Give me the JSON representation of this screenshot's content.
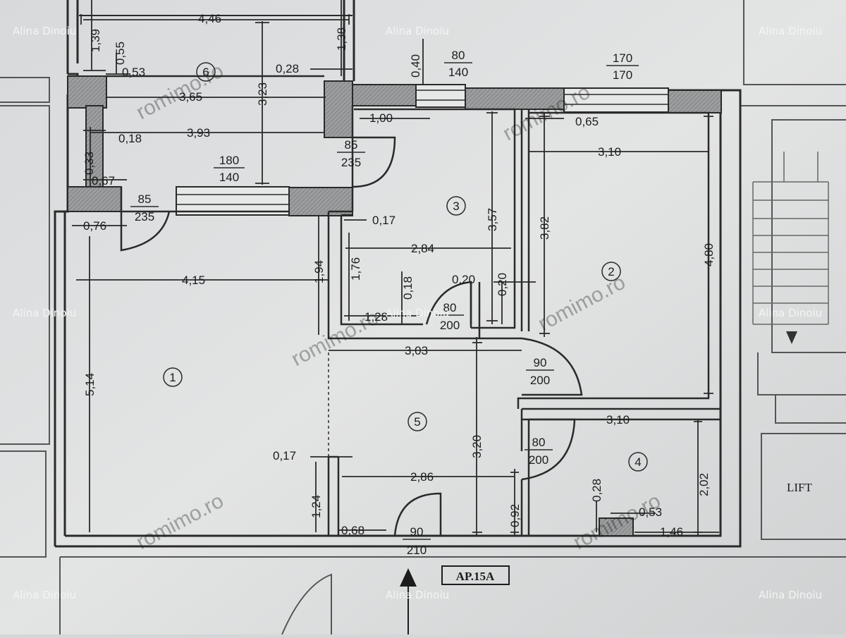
{
  "plan": {
    "apartment_label": "AP.15A",
    "lift_label": "LIFT",
    "watermark_name": "Alina Dinoiu",
    "watermark_site": "romimo.ro",
    "rooms": [
      "1",
      "2",
      "3",
      "4",
      "5",
      "6"
    ],
    "dimensions": {
      "d_446": "4,46",
      "d_139": "1,39",
      "d_055": "0,55",
      "d_053a": "0,53",
      "d_138": "1,38",
      "d_028a": "0,28",
      "d_040": "0,40",
      "d_365": "3,65",
      "d_323": "3,23",
      "d_393": "3,93",
      "d_018a": "0,18",
      "d_033": "0,33",
      "d_067": "0,67",
      "d_100": "1,00",
      "d_065": "0,65",
      "d_310a": "3,10",
      "d_076": "0,76",
      "d_017a": "0,17",
      "d_357": "3,57",
      "d_382": "3,82",
      "d_284": "2,84",
      "d_415": "4,15",
      "d_194": "1,94",
      "d_176": "1,76",
      "d_018b": "0,18",
      "d_020a": "0,20",
      "d_020b": "0,20",
      "d_480": "4,80",
      "d_128": "1,28",
      "d_303": "3,03",
      "d_514": "5,14",
      "d_320": "3,20",
      "d_310b": "3,10",
      "d_017b": "0,17",
      "d_286": "2,86",
      "d_124": "1,24",
      "d_092": "0,92",
      "d_028b": "0,28",
      "d_053b": "0,53",
      "d_202": "2,02",
      "d_068": "0,68",
      "d_146": "1,46"
    },
    "openings": {
      "w1": {
        "top": "80",
        "bottom": "140"
      },
      "w2": {
        "top": "170",
        "bottom": "170"
      },
      "w3": {
        "top": "180",
        "bottom": "140"
      },
      "dr1": {
        "top": "85",
        "bottom": "235"
      },
      "dr2": {
        "top": "85",
        "bottom": "235"
      },
      "dr3": {
        "top": "80",
        "bottom": "200"
      },
      "dr4": {
        "top": "90",
        "bottom": "200"
      },
      "dr5": {
        "top": "80",
        "bottom": "200"
      },
      "dr6": {
        "top": "90",
        "bottom": "210"
      }
    }
  }
}
